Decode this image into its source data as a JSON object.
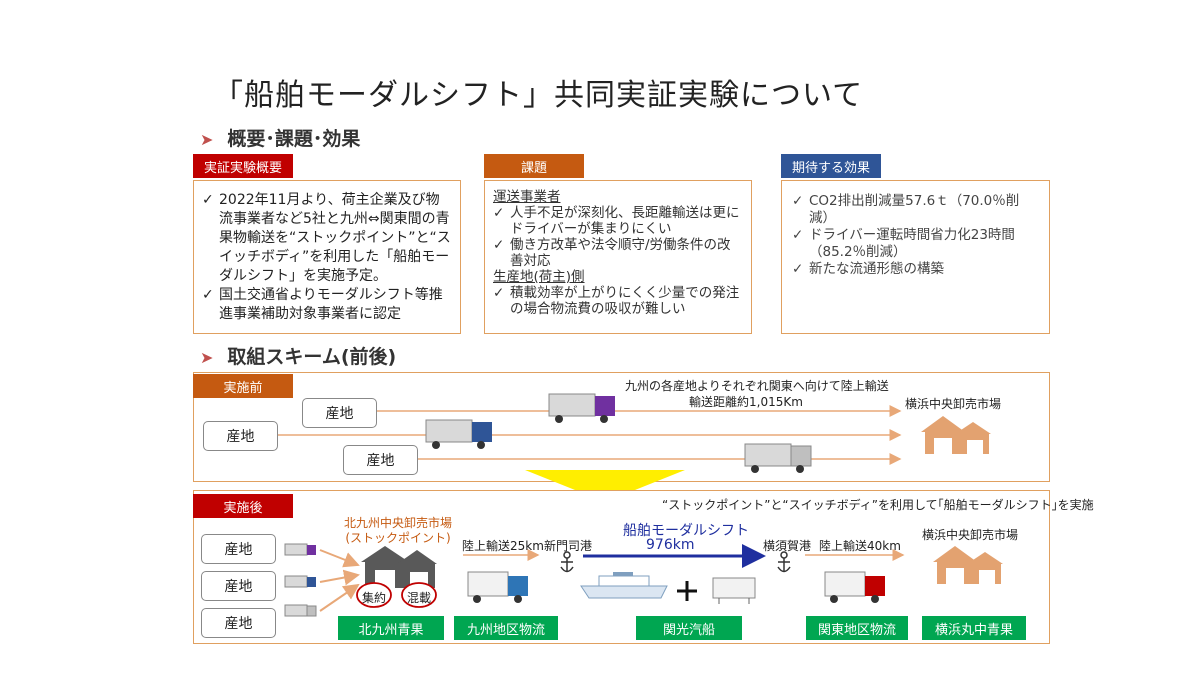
{
  "title": "「船舶モーダルシフト」共同実証実験について",
  "section1": "概要･課題･効果",
  "section2": "取組スキーム(前後)",
  "overview": {
    "tag": "実証実験概要",
    "items": [
      "2022年11月より、荷主企業及び物流事業者など5社と九州⇔関東間の青果物輸送を“ストックポイント”と“スイッチボディ”を利用した「船舶モーダルシフト」を実施予定。",
      "国土交通省よりモーダルシフト等推進事業補助対象事業者に認定"
    ]
  },
  "issues": {
    "tag": "課題",
    "head1": "運送事業者",
    "items1": [
      "人手不足が深刻化、長距離輸送は更にドライバーが集まりにくい",
      "働き方改革や法令順守/労働条件の改善対応"
    ],
    "head2": "生産地(荷主)側",
    "items2": [
      "積載効率が上がりにくく少量での発注の場合物流費の吸収が難しい"
    ]
  },
  "effects": {
    "tag": "期待する効果",
    "items": [
      "CO2排出削減量57.6ｔ（70.0％削減）",
      "ドライバー運転時間省力化23時間（85.2％削減）",
      "新たな流通形態の構築"
    ]
  },
  "before": {
    "tag": "実施前",
    "origin": "産地",
    "note1": "九州の各産地よりそれぞれ関東へ向けて陸上輸送",
    "note2": "輸送距離約1,015Km",
    "dest": "横浜中央卸売市場"
  },
  "after": {
    "tag": "実施後",
    "note": "“ストックポイント”と“スイッチボディ”を利用して｢船舶モーダルシフト｣を実施",
    "origin": "産地",
    "hub_line1": "北九州中央卸売市場",
    "hub_line2": "(ストックポイント)",
    "collect": "集約",
    "mix": "混載",
    "land1": "陸上輸送25km",
    "port1": "新門司港",
    "ship_label": "船舶モーダルシフト",
    "ship_dist": "976km",
    "port2": "横須賀港",
    "land2": "陸上輸送40km",
    "dest": "横浜中央卸売市場",
    "companies": [
      "北九州青果",
      "九州地区物流",
      "関光汽船",
      "関東地区物流",
      "横浜丸中青果"
    ]
  },
  "colors": {
    "red": "#c00000",
    "orange": "#c55a11",
    "blue": "#2f5597",
    "green": "#00a651",
    "house": "#e3a270"
  }
}
